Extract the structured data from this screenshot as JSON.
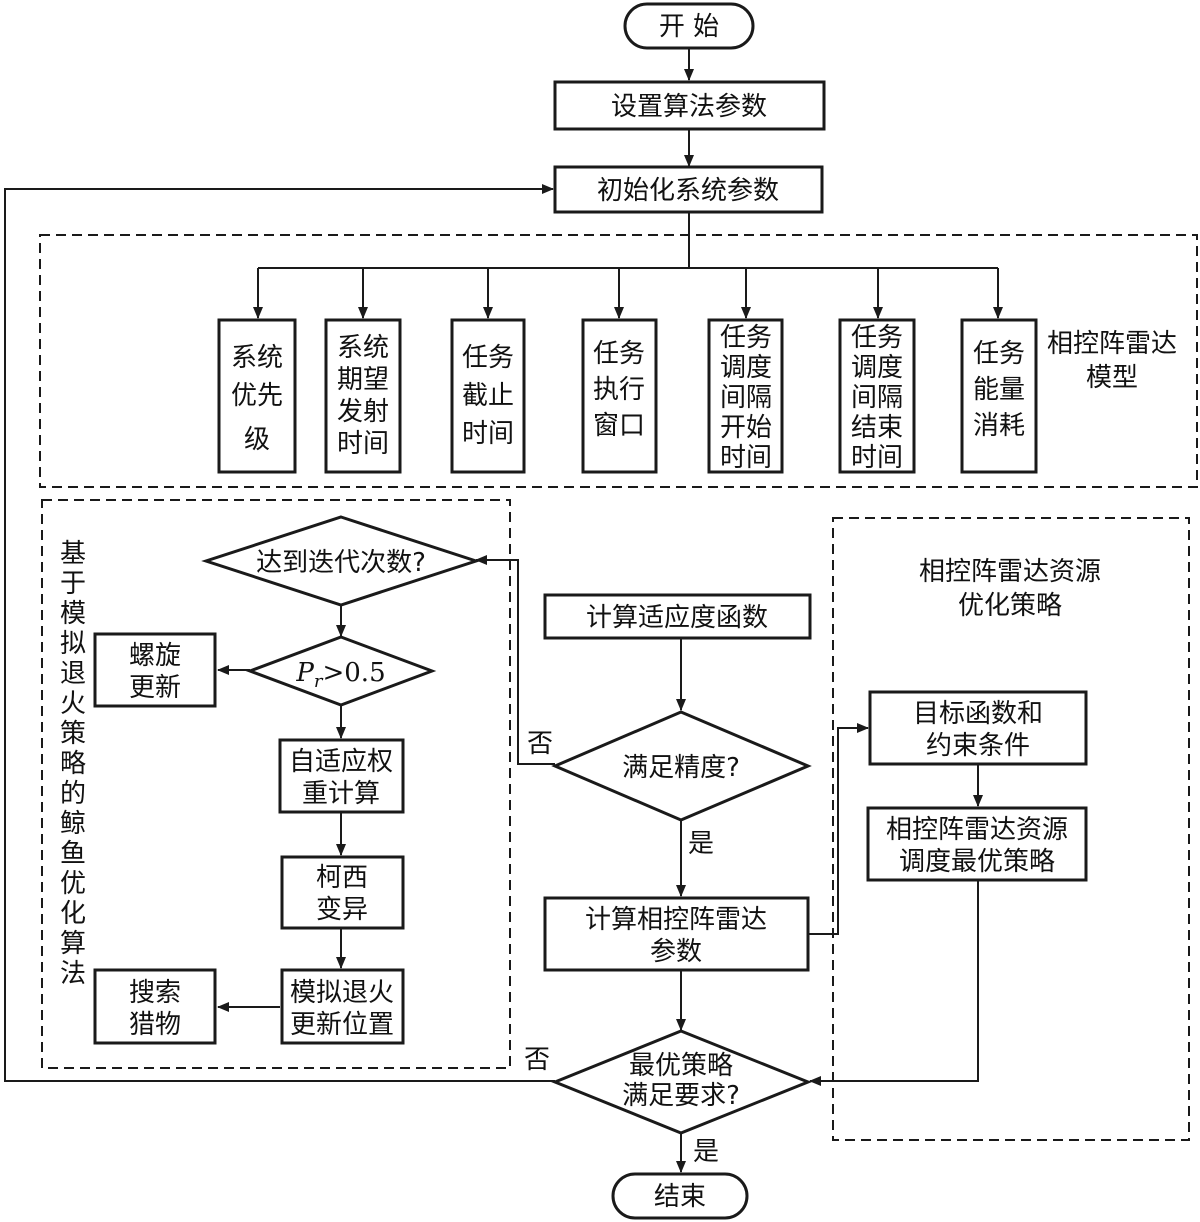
{
  "nodes": {
    "start": "开 始",
    "set_params": "设置算法参数",
    "init_params": "初始化系统参数",
    "attrs": [
      [
        "系统",
        "优先",
        "级"
      ],
      [
        "系统",
        "期望",
        "发射",
        "时间"
      ],
      [
        "任务",
        "截止",
        "时间"
      ],
      [
        "任务",
        "执行",
        "窗口"
      ],
      [
        "任务",
        "调度",
        "间隔",
        "开始",
        "时间"
      ],
      [
        "任务",
        "调度",
        "间隔",
        "结束",
        "时间"
      ],
      [
        "任务",
        "能量",
        "消耗"
      ]
    ],
    "radar_model": [
      "相控阵雷达",
      "模型"
    ],
    "iter_check": "达到迭代次数?",
    "pr_symbol": "P",
    "pr_sub": "r",
    "pr_rest": ">0.5",
    "spiral": [
      "螺旋",
      "更新"
    ],
    "adaptive": [
      "自适应权",
      "重计算"
    ],
    "cauchy": [
      "柯西",
      "变异"
    ],
    "annealing": [
      "模拟退火",
      "更新位置"
    ],
    "search": [
      "搜索",
      "猎物"
    ],
    "woa_label": [
      "基",
      "于",
      "模",
      "拟",
      "退",
      "火",
      "策",
      "略",
      "的",
      "鲸",
      "鱼",
      "优",
      "化",
      "算",
      "法"
    ],
    "fitness": "计算适应度函数",
    "precision": "满足精度?",
    "calc_radar": [
      "计算相控阵雷达",
      "参数"
    ],
    "best_check": [
      "最优策略",
      "满足要求?"
    ],
    "end": "结束",
    "strategy_title": [
      "相控阵雷达资源",
      "优化策略"
    ],
    "objective": [
      "目标函数和",
      "约束条件"
    ],
    "best_strategy": [
      "相控阵雷达资源",
      "调度最优策略"
    ],
    "no1": "否",
    "yes1": "是",
    "no2": "否",
    "yes2": "是"
  }
}
